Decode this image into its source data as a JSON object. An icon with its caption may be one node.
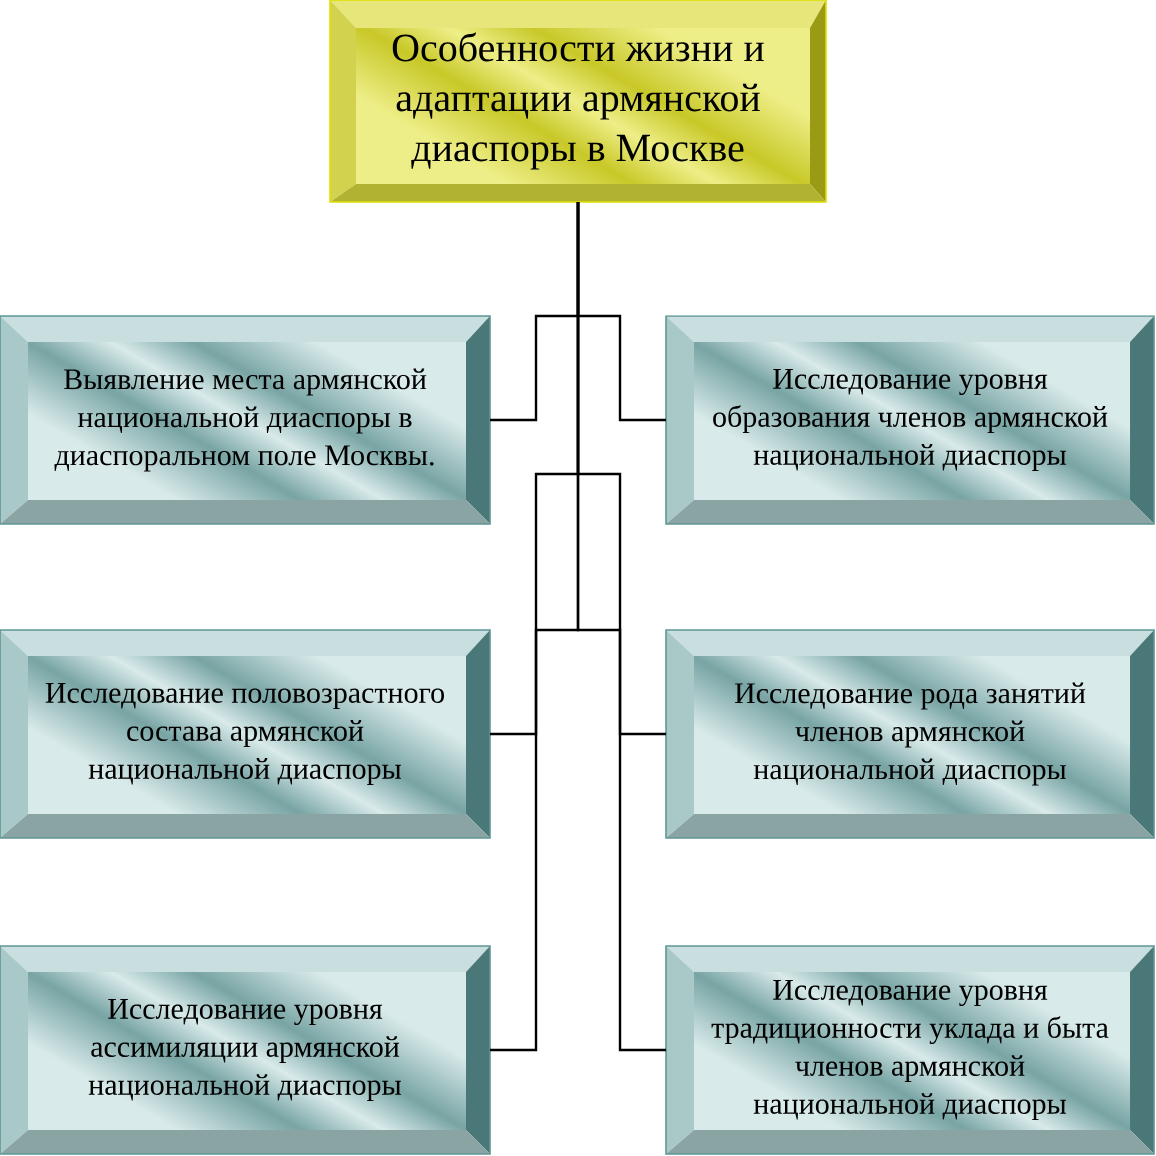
{
  "diagram": {
    "nodes": [
      {
        "text": [
          "Особенности жизни и адаптации армянской диаспоры в Москве"
        ]
      },
      {
        "text": [
          "Выявление места армянской национальной диаспоры в диаспоральном поле Москвы."
        ]
      },
      {
        "text": [
          "Исследование уровня образования членов армянской национальной диаспоры"
        ]
      },
      {
        "text": [
          "Исследование половозрастного состава армянской национальной диаспоры"
        ]
      },
      {
        "text": [
          "Исследование рода занятий членов армянской национальной диаспоры"
        ]
      },
      {
        "text": [
          "Исследование уровня ассимиляции армянской национальной диаспоры"
        ]
      },
      {
        "text": [
          "Исследование уровня традиционности уклада и быта членов армянской национальной диаспоры"
        ]
      }
    ],
    "edges": [
      {
        "from": 0,
        "to": 1,
        "arrow": "none"
      },
      {
        "from": 0,
        "to": 2,
        "arrow": "none"
      },
      {
        "from": 0,
        "to": 3,
        "arrow": "none"
      },
      {
        "from": 0,
        "to": 4,
        "arrow": "none"
      },
      {
        "from": 0,
        "to": 5,
        "arrow": "none"
      },
      {
        "from": 0,
        "to": 6,
        "arrow": "none"
      }
    ]
  }
}
